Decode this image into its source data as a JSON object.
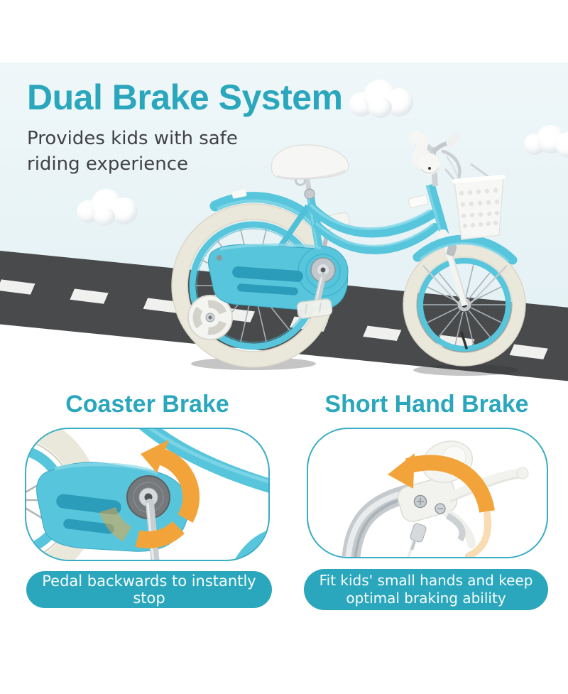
{
  "theme": {
    "accent": "#2aa7bd",
    "pill": "#2ba7bd",
    "sky": "#e9f3f6",
    "road": "#494a4c",
    "dash": "#f0f0ef",
    "bike": "#57c5db",
    "bike_dark": "#2b9cba",
    "bike_stroke": "#3aa9c4",
    "tire": "#eae7db",
    "chrome": "#c9ced1",
    "orange": "#f2a43b",
    "text": "#3f4246"
  },
  "header": {
    "title": "Dual Brake System",
    "subtitle_lines": [
      "Provides kids with safe",
      "riding experience"
    ]
  },
  "icons": {
    "cloud": "css-white-puffs",
    "rotation_arrow": "orange-arc-arrow",
    "bike": "svg-kids-bike-illustration"
  },
  "features": [
    {
      "id": "coaster-brake",
      "heading": "Coaster Brake",
      "caption_lines": [
        "Pedal backwards to instantly stop"
      ]
    },
    {
      "id": "short-hand-brake",
      "heading": "Short Hand Brake",
      "caption_lines": [
        "Fit kids' small hands and keep",
        "optimal braking ability"
      ]
    }
  ]
}
